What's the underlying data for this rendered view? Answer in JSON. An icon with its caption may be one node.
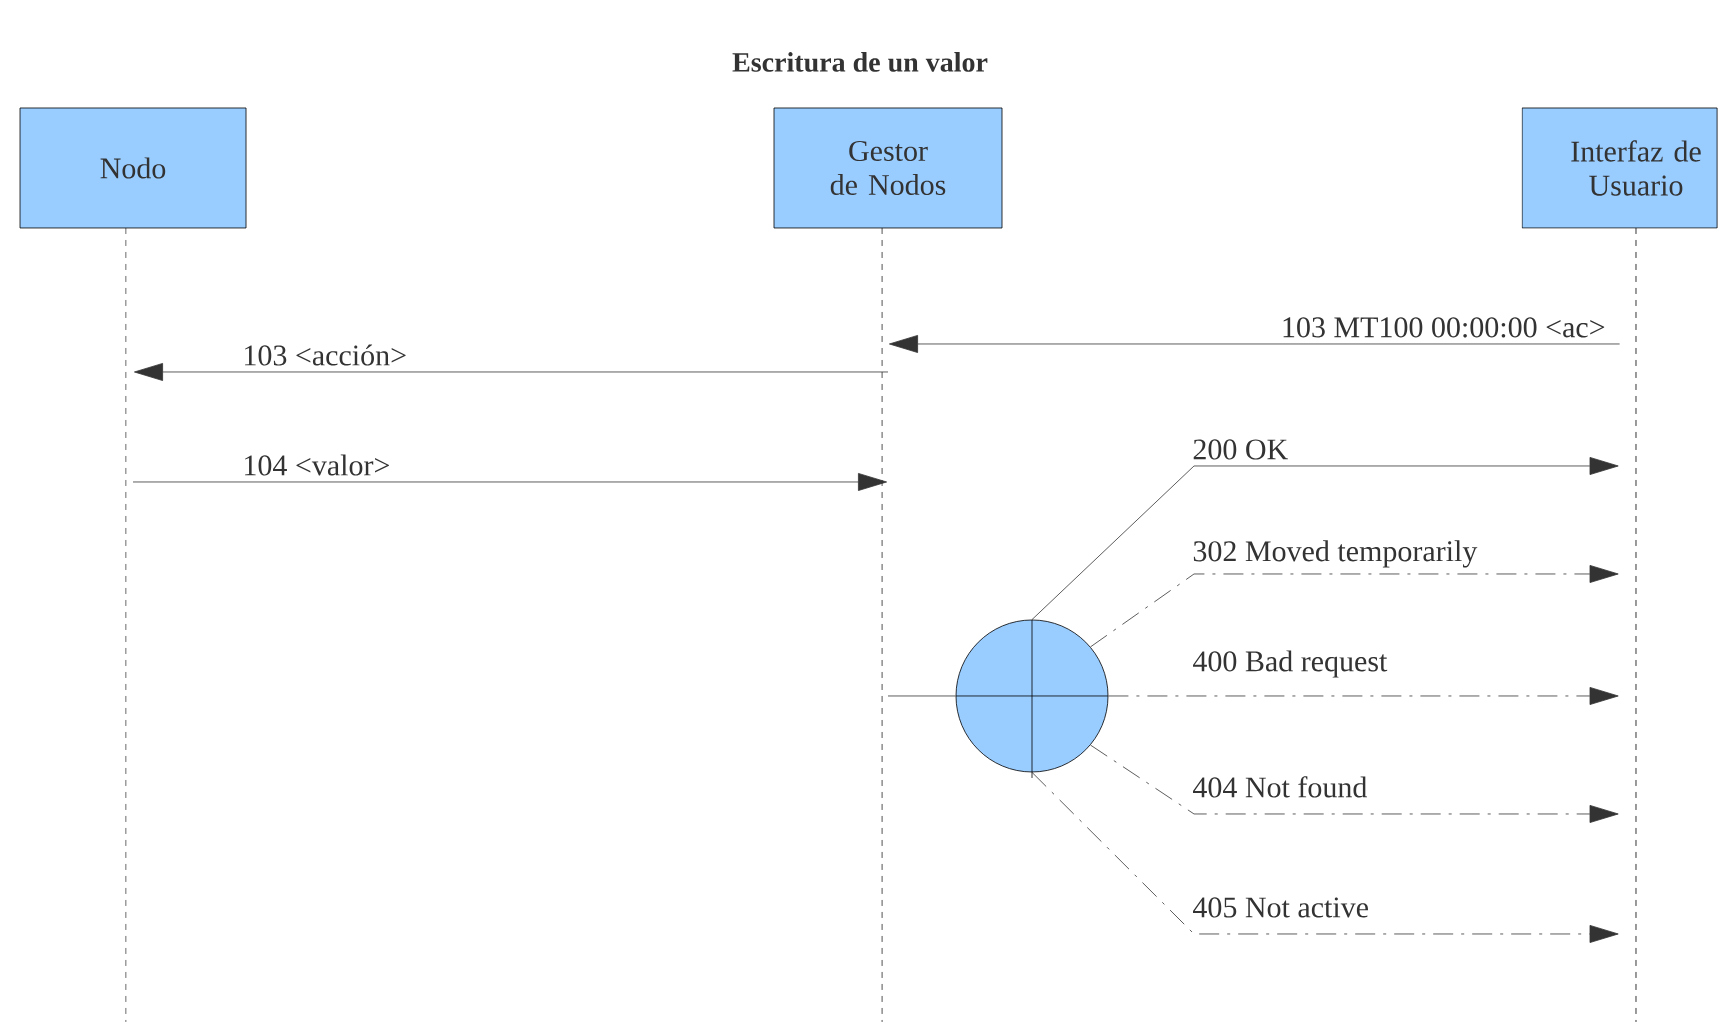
{
  "diagram": {
    "title": "Escritura de un valor",
    "nodes": [
      {
        "text": [
          "Nodo"
        ]
      },
      {
        "text": [
          "Gestor de Nodos"
        ]
      },
      {
        "text": [
          "Interfaz de Usuario"
        ]
      },
      {
        "text": [],
        "shape": "circle"
      }
    ],
    "edges": [
      {
        "from": 2,
        "to": 1,
        "arrow": "to",
        "label": "103 MT100 00:00:00 <ac>"
      },
      {
        "from": 1,
        "to": 0,
        "arrow": "to",
        "label": "103 <acción>"
      },
      {
        "from": 0,
        "to": 1,
        "arrow": "to",
        "label": "104 <valor>"
      },
      {
        "from": 1,
        "to": 3,
        "arrow": "none"
      },
      {
        "from": 3,
        "to": 2,
        "arrow": "to",
        "label": "200 OK"
      },
      {
        "from": 3,
        "to": 2,
        "arrow": "to",
        "label": "302 Moved temporarily",
        "style": "dashed"
      },
      {
        "from": 3,
        "to": 2,
        "arrow": "to",
        "label": "400 Bad request",
        "style": "dashed"
      },
      {
        "from": 3,
        "to": 2,
        "arrow": "to",
        "label": "404 Not found",
        "style": "dashed"
      },
      {
        "from": 3,
        "to": 2,
        "arrow": "to",
        "label": "405 Not active",
        "style": "dashed"
      }
    ]
  }
}
